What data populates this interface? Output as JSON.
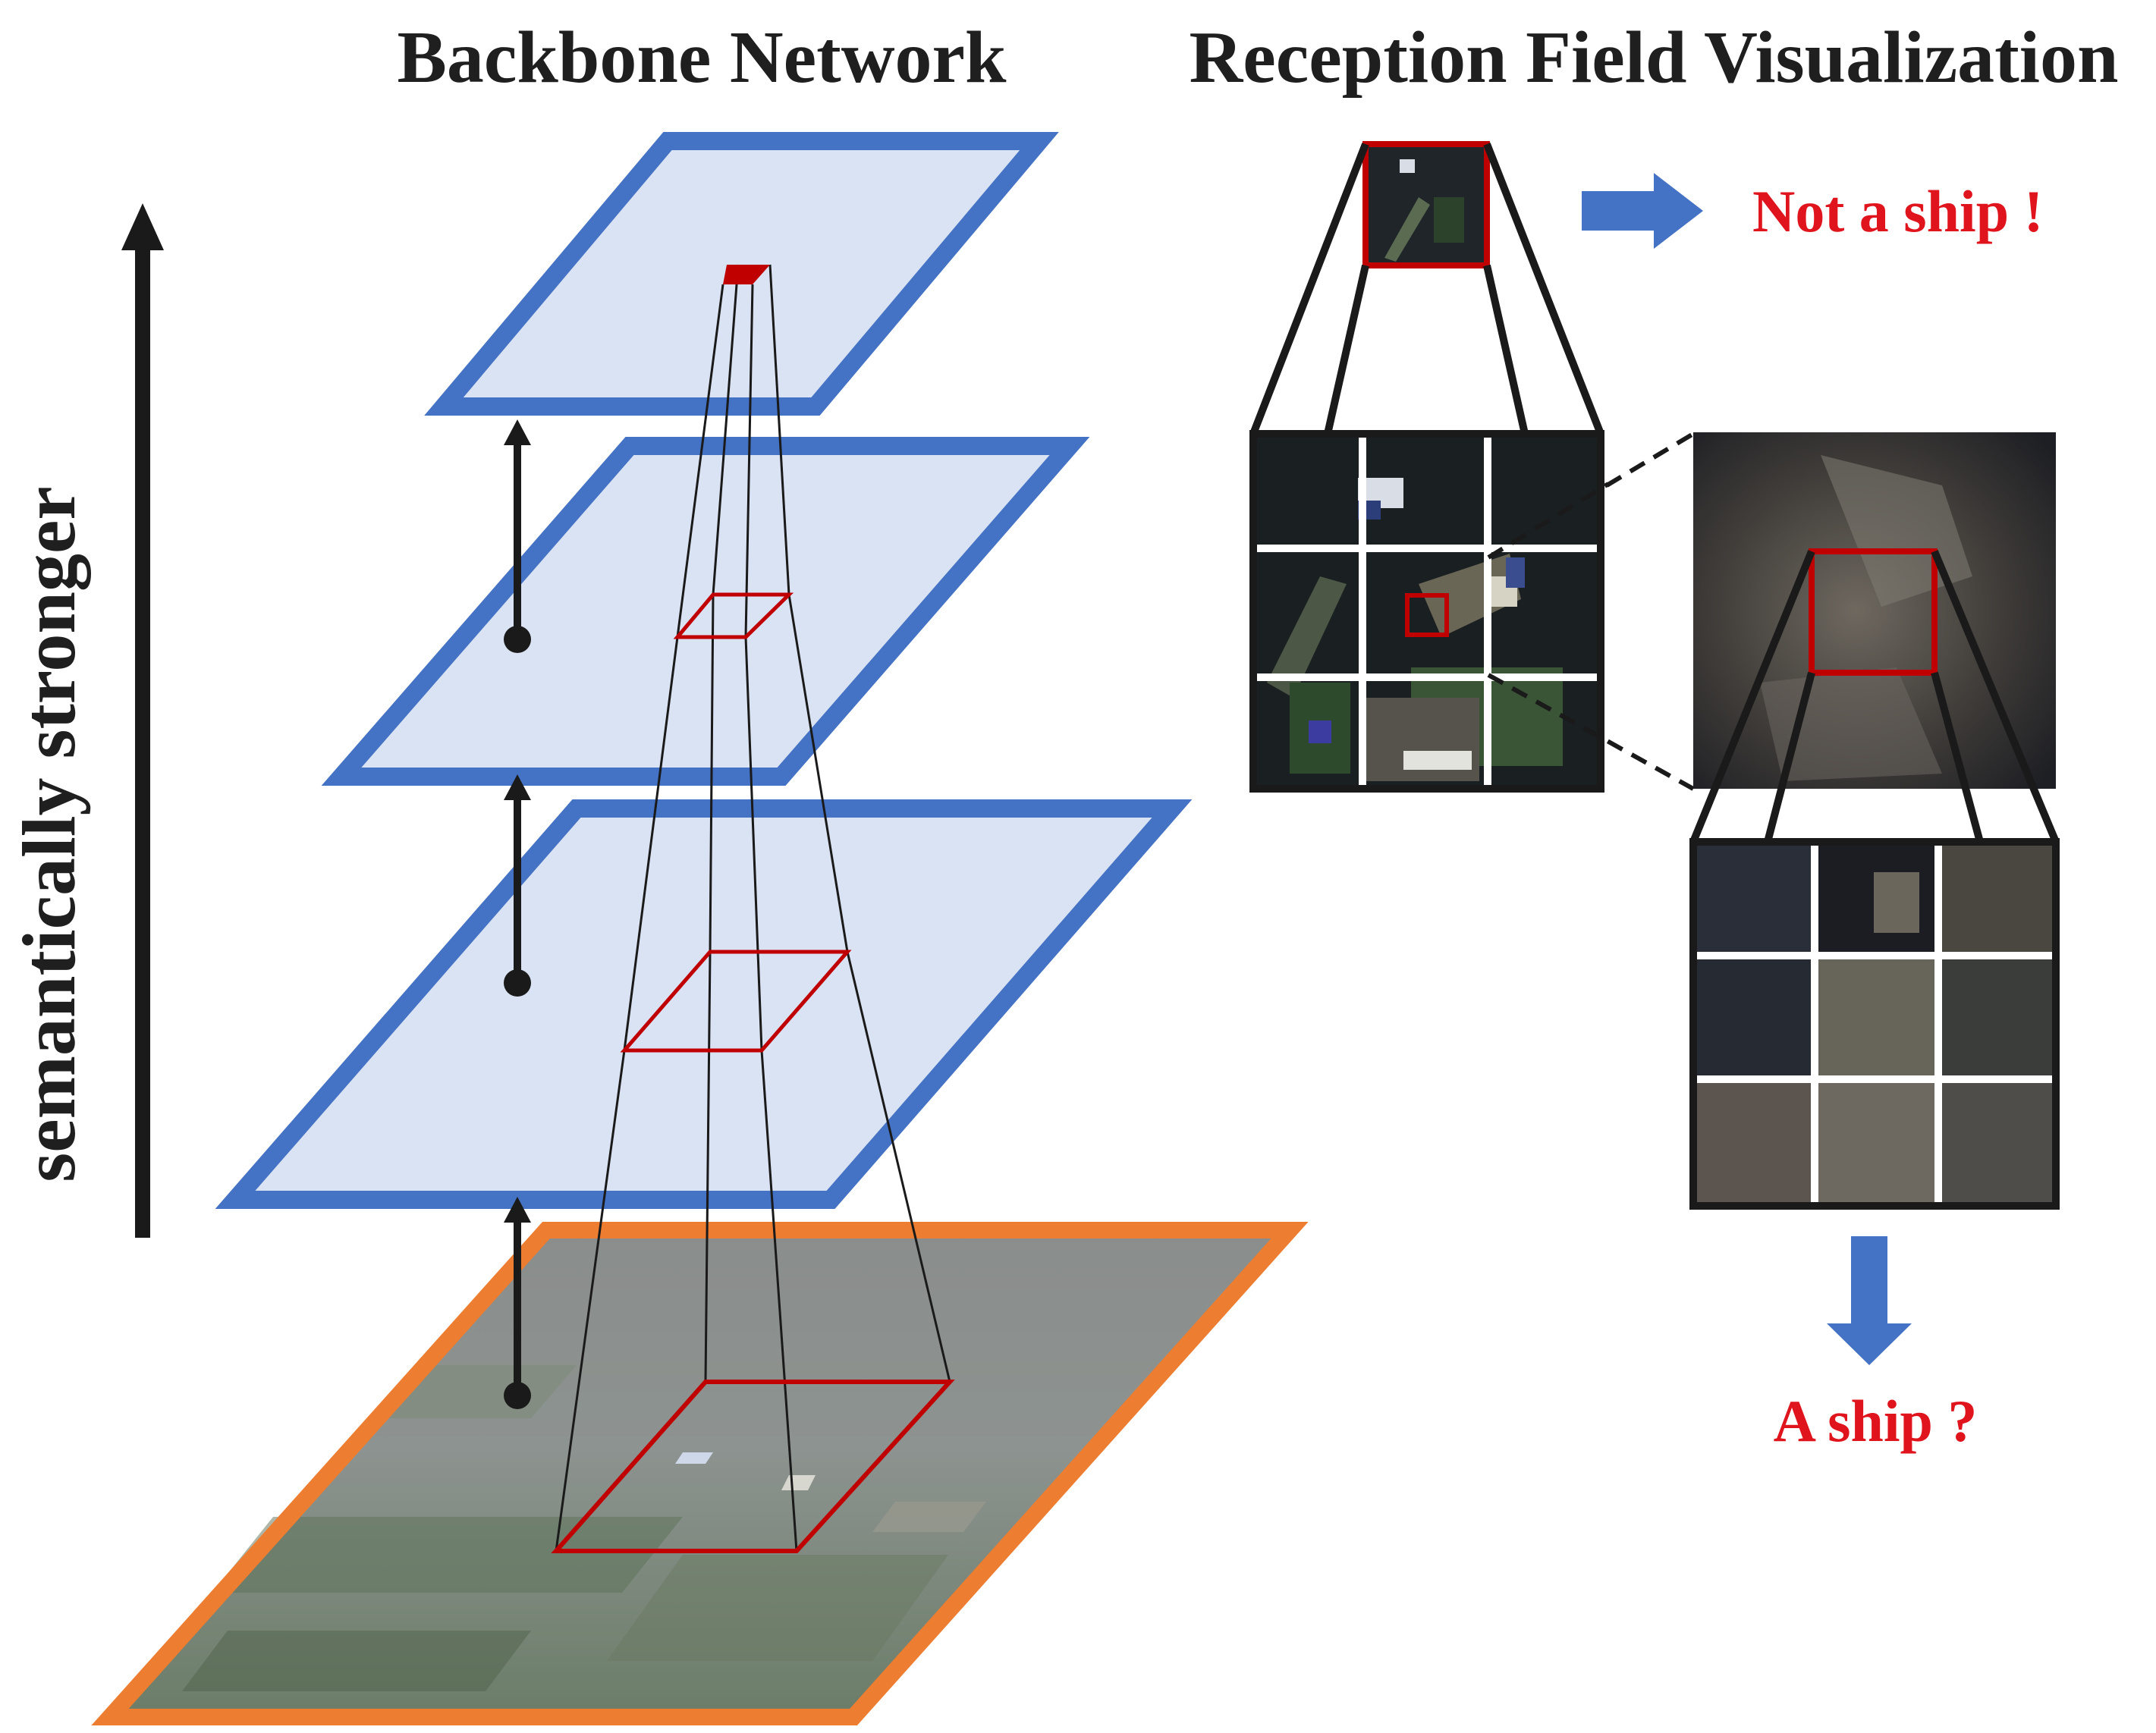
{
  "titles": {
    "left": "Backbone Network",
    "right": "Reception Field Visualization"
  },
  "side_label": "semantically  stronger",
  "results": {
    "top": "Not a ship !",
    "bottom": "A ship ?"
  },
  "colors": {
    "feature_plane_border": "#4472c4",
    "feature_plane_fill": "#dae3f3",
    "input_plane_border": "#ed7d31",
    "receptive_box": "#c00000",
    "arrow_blue": "#4472c4",
    "result_text": "#e0141c",
    "dark": "#1a1a1a"
  },
  "icons": [
    "upward-arrow-icon",
    "right-arrow-icon",
    "down-arrow-icon"
  ]
}
